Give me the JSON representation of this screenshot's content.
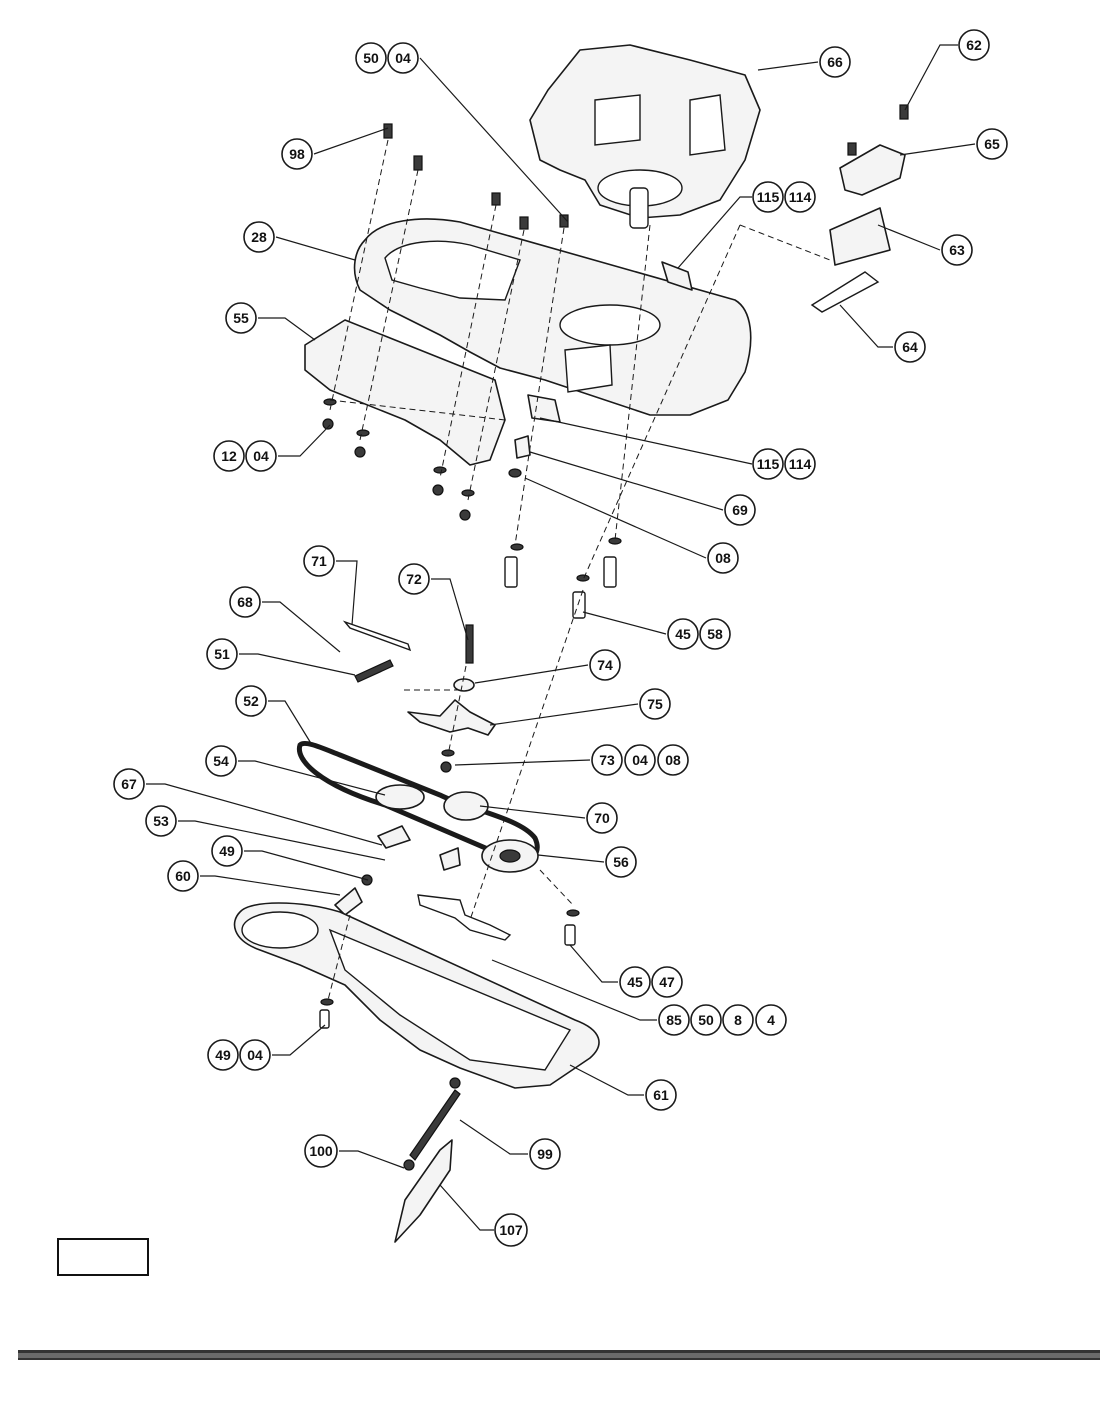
{
  "callouts": [
    {
      "id": "c-50-04-top",
      "labels": [
        "50",
        "04"
      ]
    },
    {
      "id": "c-66",
      "labels": [
        "66"
      ]
    },
    {
      "id": "c-62",
      "labels": [
        "62"
      ]
    },
    {
      "id": "c-98",
      "labels": [
        "98"
      ]
    },
    {
      "id": "c-65",
      "labels": [
        "65"
      ]
    },
    {
      "id": "c-115-114-top",
      "labels": [
        "115",
        "114"
      ]
    },
    {
      "id": "c-28",
      "labels": [
        "28"
      ]
    },
    {
      "id": "c-63",
      "labels": [
        "63"
      ]
    },
    {
      "id": "c-55",
      "labels": [
        "55"
      ]
    },
    {
      "id": "c-64",
      "labels": [
        "64"
      ]
    },
    {
      "id": "c-12-04",
      "labels": [
        "12",
        "04"
      ]
    },
    {
      "id": "c-115-114-bottom",
      "labels": [
        "115",
        "114"
      ]
    },
    {
      "id": "c-69",
      "labels": [
        "69"
      ]
    },
    {
      "id": "c-08",
      "labels": [
        "08"
      ]
    },
    {
      "id": "c-71",
      "labels": [
        "71"
      ]
    },
    {
      "id": "c-72",
      "labels": [
        "72"
      ]
    },
    {
      "id": "c-68",
      "labels": [
        "68"
      ]
    },
    {
      "id": "c-45-58",
      "labels": [
        "45",
        "58"
      ]
    },
    {
      "id": "c-51",
      "labels": [
        "51"
      ]
    },
    {
      "id": "c-74",
      "labels": [
        "74"
      ]
    },
    {
      "id": "c-52",
      "labels": [
        "52"
      ]
    },
    {
      "id": "c-75",
      "labels": [
        "75"
      ]
    },
    {
      "id": "c-54",
      "labels": [
        "54"
      ]
    },
    {
      "id": "c-73-04-08",
      "labels": [
        "73",
        "04",
        "08"
      ]
    },
    {
      "id": "c-67",
      "labels": [
        "67"
      ]
    },
    {
      "id": "c-70",
      "labels": [
        "70"
      ]
    },
    {
      "id": "c-53",
      "labels": [
        "53"
      ]
    },
    {
      "id": "c-56",
      "labels": [
        "56"
      ]
    },
    {
      "id": "c-49",
      "labels": [
        "49"
      ]
    },
    {
      "id": "c-60",
      "labels": [
        "60"
      ]
    },
    {
      "id": "c-45-47",
      "labels": [
        "45",
        "47"
      ]
    },
    {
      "id": "c-85-50-8-4",
      "labels": [
        "85",
        "50",
        "8",
        "4"
      ]
    },
    {
      "id": "c-49-04",
      "labels": [
        "49",
        "04"
      ]
    },
    {
      "id": "c-61",
      "labels": [
        "61"
      ]
    },
    {
      "id": "c-99",
      "labels": [
        "99"
      ]
    },
    {
      "id": "c-100",
      "labels": [
        "100"
      ]
    },
    {
      "id": "c-107",
      "labels": [
        "107"
      ]
    }
  ]
}
